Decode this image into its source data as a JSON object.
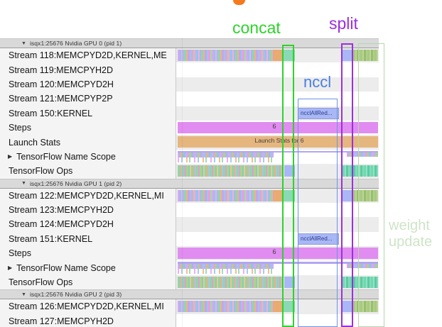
{
  "timeline": {
    "steps_value": "6",
    "launch_stats_label": "Launch Stats for 6",
    "nccl_bar_label": "ncclAllRed..."
  },
  "annotations": {
    "concat": "concat",
    "split": "split",
    "nccl": "nccl",
    "weight_update": "weight update"
  },
  "colors": {
    "concat_green": "#2bd42b",
    "split_purple": "#9b2fe0",
    "nccl_blue": "#4a7ee0",
    "weight_update_green": "#cfe4c6",
    "steps_magenta": "#e18cf0",
    "launch_tan": "#e5b67e",
    "nccl_bar_periwinkle": "#a9b7f5",
    "concat_teal_segment": "#8bd9b4",
    "stream_orange_segment": "#e8ab72",
    "top_marker_orange": "#f5791d"
  },
  "sections": [
    {
      "header": "isqx1:25676 Nvidia GPU 0 (pid 1)",
      "collapse_icon": "▼",
      "rows": [
        {
          "label": "Stream 118:MEMCPYD2D,KERNEL,ME",
          "type": "stream-main"
        },
        {
          "label": "Stream 119:MEMCPYH2D",
          "type": "empty"
        },
        {
          "label": "Stream 120:MEMCPYD2H",
          "type": "empty"
        },
        {
          "label": "Stream 121:MEMCPYP2P",
          "type": "empty"
        },
        {
          "label": "Stream 150:KERNEL",
          "type": "nccl-kernel"
        },
        {
          "label": "Steps",
          "type": "steps"
        },
        {
          "label": "Launch Stats",
          "type": "launch"
        },
        {
          "label": "TensorFlow Name Scope",
          "type": "namescope",
          "expand_icon": "▶"
        },
        {
          "label": "TensorFlow Ops",
          "type": "ops"
        }
      ]
    },
    {
      "header": "isqx1:25676 Nvidia GPU 1 (pid 2)",
      "collapse_icon": "▼",
      "rows": [
        {
          "label": "Stream 122:MEMCPYD2D,KERNEL,MI",
          "type": "stream-main"
        },
        {
          "label": "Stream 123:MEMCPYH2D",
          "type": "empty"
        },
        {
          "label": "Stream 124:MEMCPYD2H",
          "type": "empty"
        },
        {
          "label": "Stream 151:KERNEL",
          "type": "nccl-kernel"
        },
        {
          "label": "Steps",
          "type": "steps"
        },
        {
          "label": "TensorFlow Name Scope",
          "type": "namescope",
          "expand_icon": "▶"
        },
        {
          "label": "TensorFlow Ops",
          "type": "ops"
        }
      ]
    },
    {
      "header": "isqx1:25676 Nvidia GPU 2 (pid 3)",
      "collapse_icon": "▼",
      "rows": [
        {
          "label": "Stream 126:MEMCPYD2D,KERNEL,MI",
          "type": "stream-main"
        },
        {
          "label": "Stream 127:MEMCPYH2D",
          "type": "empty"
        }
      ]
    }
  ]
}
